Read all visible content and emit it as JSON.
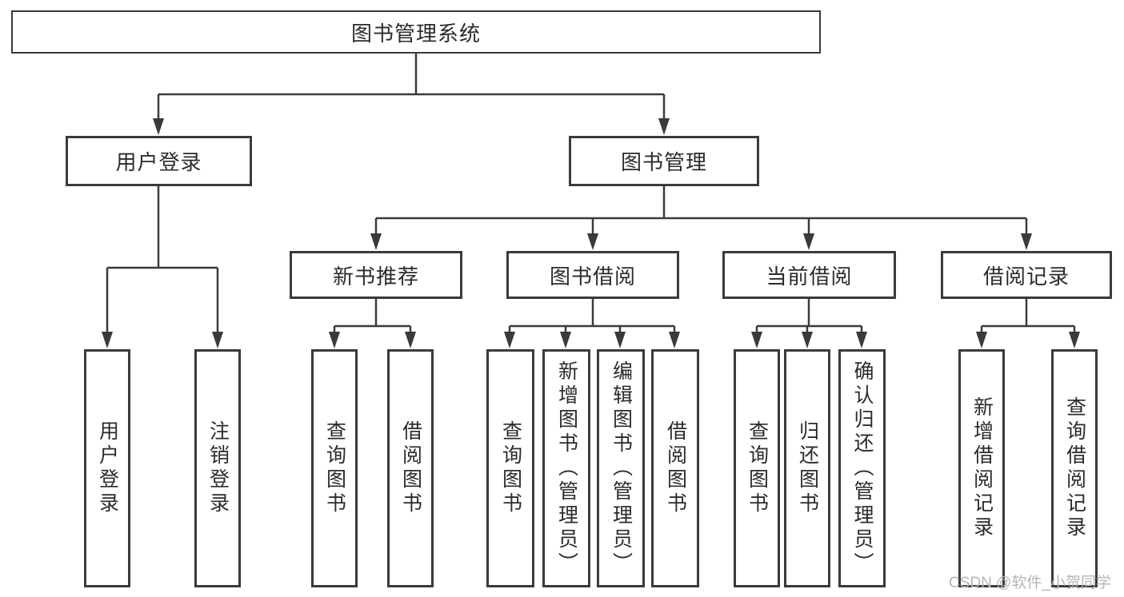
{
  "colors": {
    "line": "#3a3a3a",
    "text": "#2b2b2b",
    "box_background": "#ffffff",
    "page_background": "#ffffff",
    "watermark": "#b5b5b5"
  },
  "tree": {
    "root": {
      "label": "图书管理系统"
    },
    "branches": [
      {
        "label": "用户登录",
        "children": [
          {
            "label": "用户登录"
          },
          {
            "label": "注销登录"
          }
        ]
      },
      {
        "label": "图书管理",
        "children": [
          {
            "label": "新书推荐",
            "children": [
              {
                "label": "查询图书"
              },
              {
                "label": "借阅图书"
              }
            ]
          },
          {
            "label": "图书借阅",
            "children": [
              {
                "label": "查询图书"
              },
              {
                "label": "新增图书（管理员）"
              },
              {
                "label": "编辑图书（管理员）"
              },
              {
                "label": "借阅图书"
              }
            ]
          },
          {
            "label": "当前借阅",
            "children": [
              {
                "label": "查询图书"
              },
              {
                "label": "归还图书"
              },
              {
                "label": "确认归还（管理员）"
              }
            ]
          },
          {
            "label": "借阅记录",
            "children": [
              {
                "label": "新增借阅记录"
              },
              {
                "label": "查询借阅记录"
              }
            ]
          }
        ]
      }
    ]
  },
  "watermark": {
    "text": "CSDN @软件_小贺同学"
  }
}
